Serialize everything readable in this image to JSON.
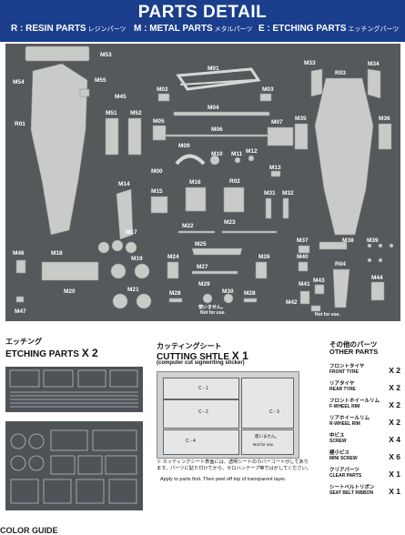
{
  "header": {
    "title": "PARTS DETAIL",
    "resin": "R : RESIN PARTS",
    "resin_jp": "レジンパーツ",
    "metal": "M : METAL PARTS",
    "metal_jp": "メタルパーツ",
    "etching": "E : ETCHING PARTS",
    "etching_jp": "エッチングパーツ"
  },
  "parts_labels": {
    "M53": "M53",
    "M54": "M54",
    "M55": "M55",
    "R01": "R01",
    "M45": "M45",
    "M51": "M51",
    "M52": "M52",
    "M01": "M01",
    "M02": "M02",
    "M03": "M03",
    "M04": "M04",
    "M05": "M05",
    "M06": "M06",
    "M07": "M07",
    "M09": "M09",
    "M10": "M10",
    "M11": "M11",
    "M12": "M12",
    "M00": "M00",
    "M13": "M13",
    "R02": "R02",
    "M14": "M14",
    "M15": "M15",
    "M16": "M16",
    "M31": "M31",
    "M32": "M32",
    "M22": "M22",
    "M23": "M23",
    "M17": "M17",
    "M18": "M18",
    "M19": "M19",
    "M24": "M24",
    "M25": "M25",
    "M26": "M26",
    "M27": "M27",
    "M20": "M20",
    "M21": "M21",
    "M28a": "M28",
    "M28b": "M28",
    "M29": "M29",
    "M30": "M30",
    "M33": "M33",
    "R03": "R03",
    "M34": "M34",
    "M35": "M35",
    "M36": "M36",
    "M37": "M37",
    "M38": "M38",
    "M39": "M39",
    "M40": "M40",
    "R04": "R04",
    "M41": "M41",
    "M42": "M42",
    "M43": "M43",
    "M44": "M44",
    "M46": "M46",
    "M47": "M47"
  },
  "not_for_use": "Not for use.",
  "not_for_use_jp": "使いません。",
  "etching": {
    "jp": "エッチング",
    "en": "ETCHING PARTS",
    "qty": "X 2"
  },
  "cutting": {
    "jp": "カッティングシート",
    "en": "CUTTING SHTLE",
    "qty": "X 1",
    "sub": "(computer cut signwriting sticker)",
    "pieces": [
      "C - 1",
      "C - 2",
      "C - 3",
      "C - 4"
    ],
    "note_jp": "※ カッティングシート表面には、透明シートのカバーコートがしてあります。パーツに貼り付けてから、セロハンテープ等ではがしてください。",
    "apply": "Apply to parts first.  Then peel off top of transparent  layer."
  },
  "other": {
    "jp": "その他のパーツ",
    "en": "OTHER PARTS",
    "items": [
      {
        "jp": "フロントタイヤ",
        "en": "FRONT TYRE",
        "qty": "X 2"
      },
      {
        "jp": "リアタイヤ",
        "en": "REAR TYRE",
        "qty": "X 2"
      },
      {
        "jp": "フロントホイールリム",
        "en": "F-WHEEL RIM",
        "qty": "X 2"
      },
      {
        "jp": "リアホイールリム",
        "en": "R-WHEEL RIM",
        "qty": "X 2"
      },
      {
        "jp": "中ビス",
        "en": "SCREW",
        "qty": "X 4"
      },
      {
        "jp": "極小ビス",
        "en": "MINI SCREW",
        "qty": "X 6"
      },
      {
        "jp": "クリアパーツ",
        "en": "CLEAR PARTS",
        "qty": "X 1"
      },
      {
        "jp": "シートベルトリボン",
        "en": "SEAT BELT RIBBON",
        "qty": "X 1"
      }
    ]
  },
  "footer": "COLOR GUIDE",
  "colors": {
    "header_bg": "#1b3e8c",
    "photo_bg": "#55595c",
    "part_fill": "#c9cbc8"
  }
}
